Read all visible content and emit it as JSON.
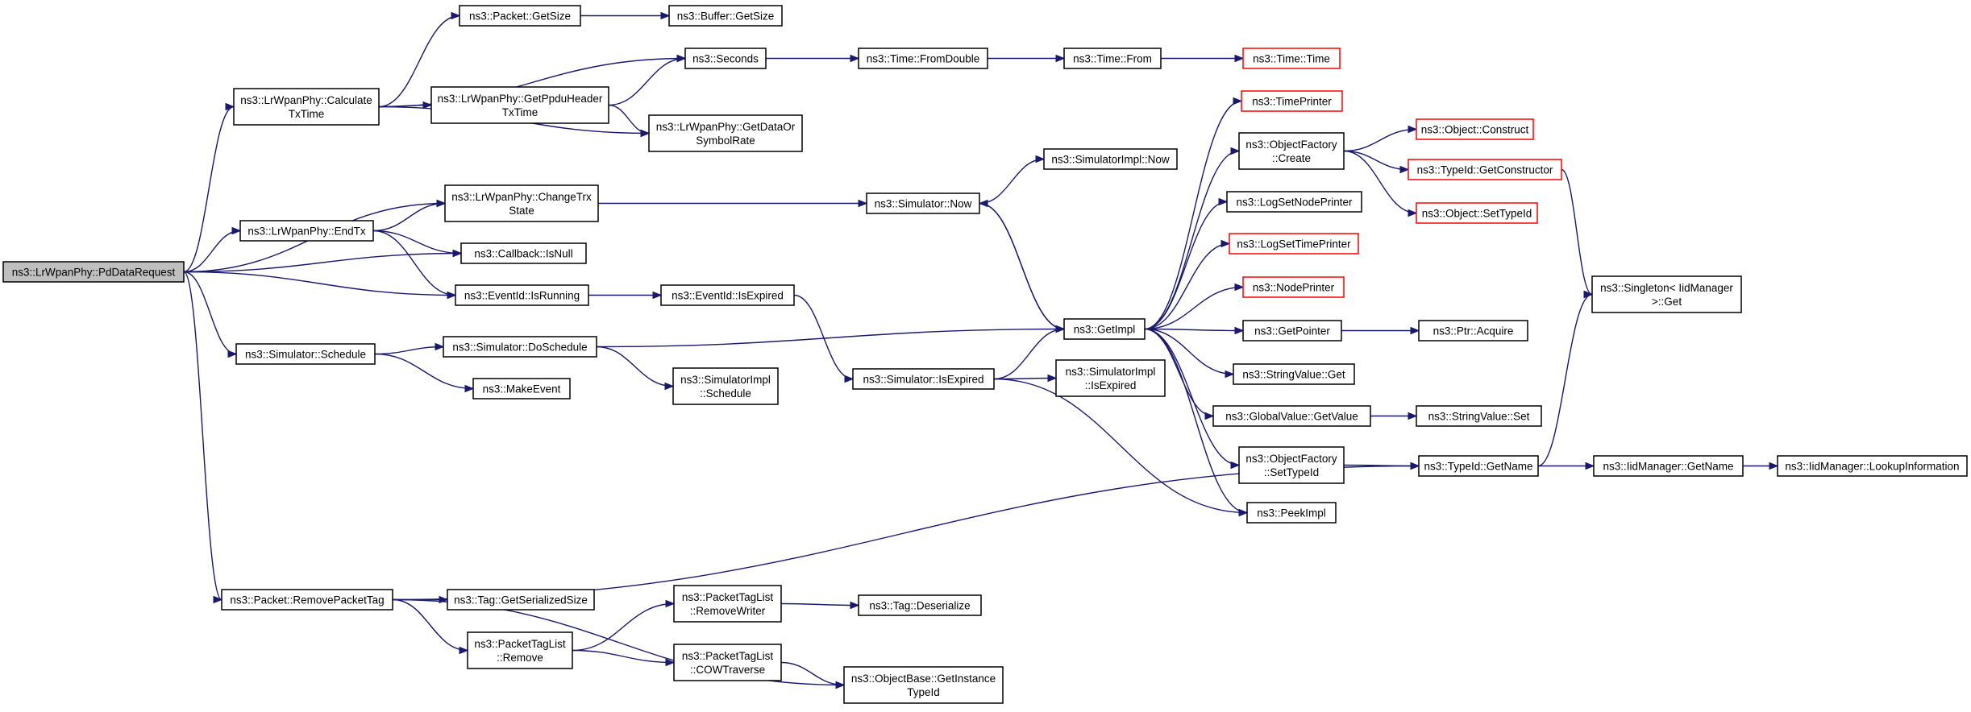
{
  "colors": {
    "edge": "#191970",
    "node_border": "#000000",
    "node_border_external": "#ff0000",
    "root_fill": "#bfbfbf",
    "node_fill": "#ffffff"
  },
  "nodes": [
    {
      "id": "n0",
      "lines": [
        "ns3::LrWpanPhy::PdDataRequest"
      ],
      "style": "root"
    },
    {
      "id": "n1",
      "lines": [
        "ns3::LrWpanPhy::Calculate",
        "TxTime"
      ],
      "style": "normal"
    },
    {
      "id": "n2",
      "lines": [
        "ns3::Packet::GetSize"
      ],
      "style": "normal"
    },
    {
      "id": "n3",
      "lines": [
        "ns3::Buffer::GetSize"
      ],
      "style": "normal"
    },
    {
      "id": "n4",
      "lines": [
        "ns3::Seconds"
      ],
      "style": "normal"
    },
    {
      "id": "n5",
      "lines": [
        "ns3::Time::FromDouble"
      ],
      "style": "normal"
    },
    {
      "id": "n6",
      "lines": [
        "ns3::Time::From"
      ],
      "style": "normal"
    },
    {
      "id": "n7",
      "lines": [
        "ns3::Time::Time"
      ],
      "style": "external"
    },
    {
      "id": "n8",
      "lines": [
        "ns3::LrWpanPhy::GetPpduHeader",
        "TxTime"
      ],
      "style": "normal"
    },
    {
      "id": "n9",
      "lines": [
        "ns3::LrWpanPhy::GetDataOr",
        "SymbolRate"
      ],
      "style": "normal"
    },
    {
      "id": "n10",
      "lines": [
        "ns3::LrWpanPhy::ChangeTrx",
        "State"
      ],
      "style": "normal"
    },
    {
      "id": "n11",
      "lines": [
        "ns3::Simulator::Now"
      ],
      "style": "normal"
    },
    {
      "id": "n12",
      "lines": [
        "ns3::SimulatorImpl::Now"
      ],
      "style": "normal"
    },
    {
      "id": "n13",
      "lines": [
        "ns3::GetImpl"
      ],
      "style": "normal"
    },
    {
      "id": "n14",
      "lines": [
        "ns3::LrWpanPhy::EndTx"
      ],
      "style": "normal"
    },
    {
      "id": "n15",
      "lines": [
        "ns3::Callback::IsNull"
      ],
      "style": "normal"
    },
    {
      "id": "n16",
      "lines": [
        "ns3::EventId::IsRunning"
      ],
      "style": "normal"
    },
    {
      "id": "n17",
      "lines": [
        "ns3::EventId::IsExpired"
      ],
      "style": "normal"
    },
    {
      "id": "n18",
      "lines": [
        "ns3::Simulator::IsExpired"
      ],
      "style": "normal"
    },
    {
      "id": "n19",
      "lines": [
        "ns3::SimulatorImpl",
        "::IsExpired"
      ],
      "style": "normal"
    },
    {
      "id": "n20",
      "lines": [
        "ns3::PeekImpl"
      ],
      "style": "normal"
    },
    {
      "id": "n21",
      "lines": [
        "ns3::Simulator::Schedule"
      ],
      "style": "normal"
    },
    {
      "id": "n22",
      "lines": [
        "ns3::Simulator::DoSchedule"
      ],
      "style": "normal"
    },
    {
      "id": "n23",
      "lines": [
        "ns3::SimulatorImpl",
        "::Schedule"
      ],
      "style": "normal"
    },
    {
      "id": "n24",
      "lines": [
        "ns3::MakeEvent"
      ],
      "style": "normal"
    },
    {
      "id": "n25",
      "lines": [
        "ns3::TimePrinter"
      ],
      "style": "external"
    },
    {
      "id": "n26",
      "lines": [
        "ns3::ObjectFactory",
        "::Create"
      ],
      "style": "normal"
    },
    {
      "id": "n27",
      "lines": [
        "ns3::Object::Construct"
      ],
      "style": "external"
    },
    {
      "id": "n28",
      "lines": [
        "ns3::TypeId::GetConstructor"
      ],
      "style": "external"
    },
    {
      "id": "n29",
      "lines": [
        "ns3::Object::SetTypeId"
      ],
      "style": "external"
    },
    {
      "id": "n30",
      "lines": [
        "ns3::Singleton< IidManager",
        ">::Get"
      ],
      "style": "normal"
    },
    {
      "id": "n31",
      "lines": [
        "ns3::LogSetNodePrinter"
      ],
      "style": "normal"
    },
    {
      "id": "n32",
      "lines": [
        "ns3::LogSetTimePrinter"
      ],
      "style": "external"
    },
    {
      "id": "n33",
      "lines": [
        "ns3::NodePrinter"
      ],
      "style": "external"
    },
    {
      "id": "n34",
      "lines": [
        "ns3::GetPointer"
      ],
      "style": "normal"
    },
    {
      "id": "n35",
      "lines": [
        "ns3::Ptr::Acquire"
      ],
      "style": "normal"
    },
    {
      "id": "n36",
      "lines": [
        "ns3::StringValue::Get"
      ],
      "style": "normal"
    },
    {
      "id": "n37",
      "lines": [
        "ns3::GlobalValue::GetValue"
      ],
      "style": "normal"
    },
    {
      "id": "n38",
      "lines": [
        "ns3::StringValue::Set"
      ],
      "style": "normal"
    },
    {
      "id": "n39",
      "lines": [
        "ns3::ObjectFactory",
        "::SetTypeId"
      ],
      "style": "normal"
    },
    {
      "id": "n40",
      "lines": [
        "ns3::TypeId::GetName"
      ],
      "style": "normal"
    },
    {
      "id": "n41",
      "lines": [
        "ns3::IidManager::GetName"
      ],
      "style": "normal"
    },
    {
      "id": "n42",
      "lines": [
        "ns3::IidManager::LookupInformation"
      ],
      "style": "normal"
    },
    {
      "id": "n43",
      "lines": [
        "ns3::Packet::RemovePacketTag"
      ],
      "style": "normal"
    },
    {
      "id": "n44",
      "lines": [
        "ns3::Tag::GetSerializedSize"
      ],
      "style": "normal"
    },
    {
      "id": "n45",
      "lines": [
        "ns3::PacketTagList",
        "::Remove"
      ],
      "style": "normal"
    },
    {
      "id": "n46",
      "lines": [
        "ns3::PacketTagList",
        "::RemoveWriter"
      ],
      "style": "normal"
    },
    {
      "id": "n47",
      "lines": [
        "ns3::Tag::Deserialize"
      ],
      "style": "normal"
    },
    {
      "id": "n48",
      "lines": [
        "ns3::PacketTagList",
        "::COWTraverse"
      ],
      "style": "normal"
    },
    {
      "id": "n49",
      "lines": [
        "ns3::ObjectBase::GetInstance",
        "TypeId"
      ],
      "style": "normal"
    }
  ],
  "edges": [
    [
      "n0",
      "n1"
    ],
    [
      "n0",
      "n10"
    ],
    [
      "n0",
      "n14"
    ],
    [
      "n0",
      "n15"
    ],
    [
      "n0",
      "n16"
    ],
    [
      "n0",
      "n21"
    ],
    [
      "n0",
      "n43"
    ],
    [
      "n1",
      "n2"
    ],
    [
      "n1",
      "n4"
    ],
    [
      "n1",
      "n8"
    ],
    [
      "n1",
      "n9"
    ],
    [
      "n2",
      "n3"
    ],
    [
      "n4",
      "n5"
    ],
    [
      "n5",
      "n6"
    ],
    [
      "n6",
      "n7"
    ],
    [
      "n8",
      "n4"
    ],
    [
      "n8",
      "n9"
    ],
    [
      "n10",
      "n11"
    ],
    [
      "n11",
      "n12"
    ],
    [
      "n11",
      "n13"
    ],
    [
      "n13",
      "n11"
    ],
    [
      "n13",
      "n25"
    ],
    [
      "n13",
      "n26"
    ],
    [
      "n13",
      "n31"
    ],
    [
      "n13",
      "n32"
    ],
    [
      "n13",
      "n33"
    ],
    [
      "n13",
      "n34"
    ],
    [
      "n13",
      "n36"
    ],
    [
      "n13",
      "n37"
    ],
    [
      "n13",
      "n39"
    ],
    [
      "n13",
      "n20"
    ],
    [
      "n14",
      "n10"
    ],
    [
      "n14",
      "n15"
    ],
    [
      "n14",
      "n16"
    ],
    [
      "n16",
      "n17"
    ],
    [
      "n17",
      "n18"
    ],
    [
      "n18",
      "n13"
    ],
    [
      "n18",
      "n19"
    ],
    [
      "n18",
      "n20"
    ],
    [
      "n21",
      "n22"
    ],
    [
      "n21",
      "n24"
    ],
    [
      "n22",
      "n13"
    ],
    [
      "n22",
      "n23"
    ],
    [
      "n26",
      "n27"
    ],
    [
      "n26",
      "n28"
    ],
    [
      "n26",
      "n29"
    ],
    [
      "n28",
      "n30"
    ],
    [
      "n34",
      "n35"
    ],
    [
      "n37",
      "n38"
    ],
    [
      "n39",
      "n40"
    ],
    [
      "n40",
      "n30"
    ],
    [
      "n40",
      "n41"
    ],
    [
      "n41",
      "n42"
    ],
    [
      "n43",
      "n40"
    ],
    [
      "n43",
      "n44"
    ],
    [
      "n43",
      "n45"
    ],
    [
      "n43",
      "n49"
    ],
    [
      "n45",
      "n46"
    ],
    [
      "n45",
      "n48"
    ],
    [
      "n46",
      "n47"
    ],
    [
      "n48",
      "n49"
    ]
  ]
}
